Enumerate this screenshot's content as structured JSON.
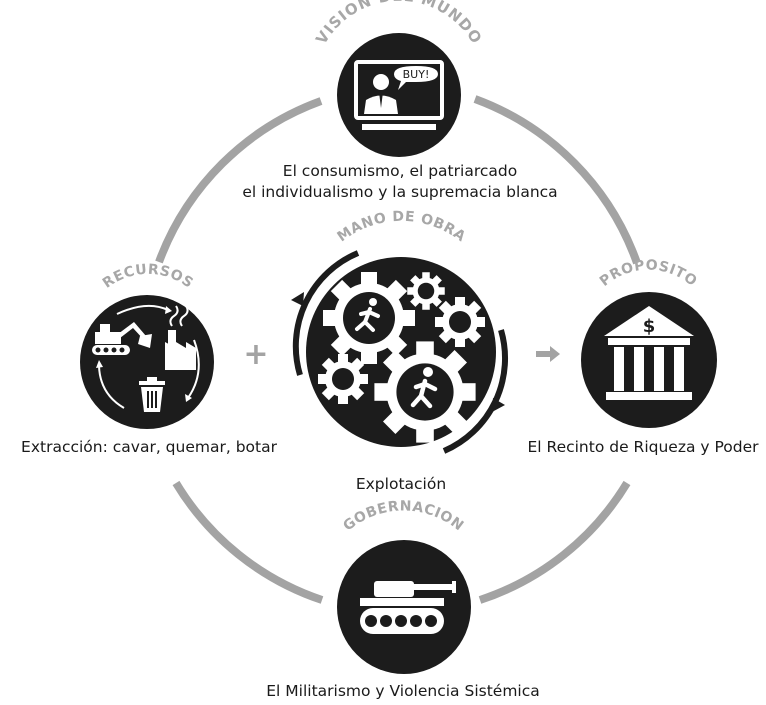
{
  "nodes": {
    "vision": {
      "heading": "VISION DEL MUNDO",
      "bubble": "BUY!",
      "caption_line1": "El consumismo, el patriarcado",
      "caption_line2": "el individualismo y la supremacia blanca"
    },
    "resources": {
      "heading": "RECURSOS",
      "caption": "Extracción: cavar, quemar, botar"
    },
    "labor": {
      "heading": "MANO DE OBRA",
      "caption": "Explotación"
    },
    "purpose": {
      "heading": "PROPOSITO",
      "symbol": "$",
      "caption": "El Recinto de Riqueza y Poder"
    },
    "governance": {
      "heading": "GOBERNACION",
      "caption": "El Militarismo y Violencia Sistémica"
    }
  },
  "connectors": {
    "plus": "+",
    "arrow": "→"
  },
  "colors": {
    "circle": "#1c1c1c",
    "ring": "#a3a3a3",
    "heading": "#a7a7a7",
    "text": "#1a1a1a",
    "icon": "#ffffff"
  },
  "icons": {
    "vision": "tv-presenter-icon",
    "resources": "extraction-cycle-icon",
    "labor": "gears-workers-icon",
    "purpose": "bank-icon",
    "governance": "tank-icon"
  }
}
